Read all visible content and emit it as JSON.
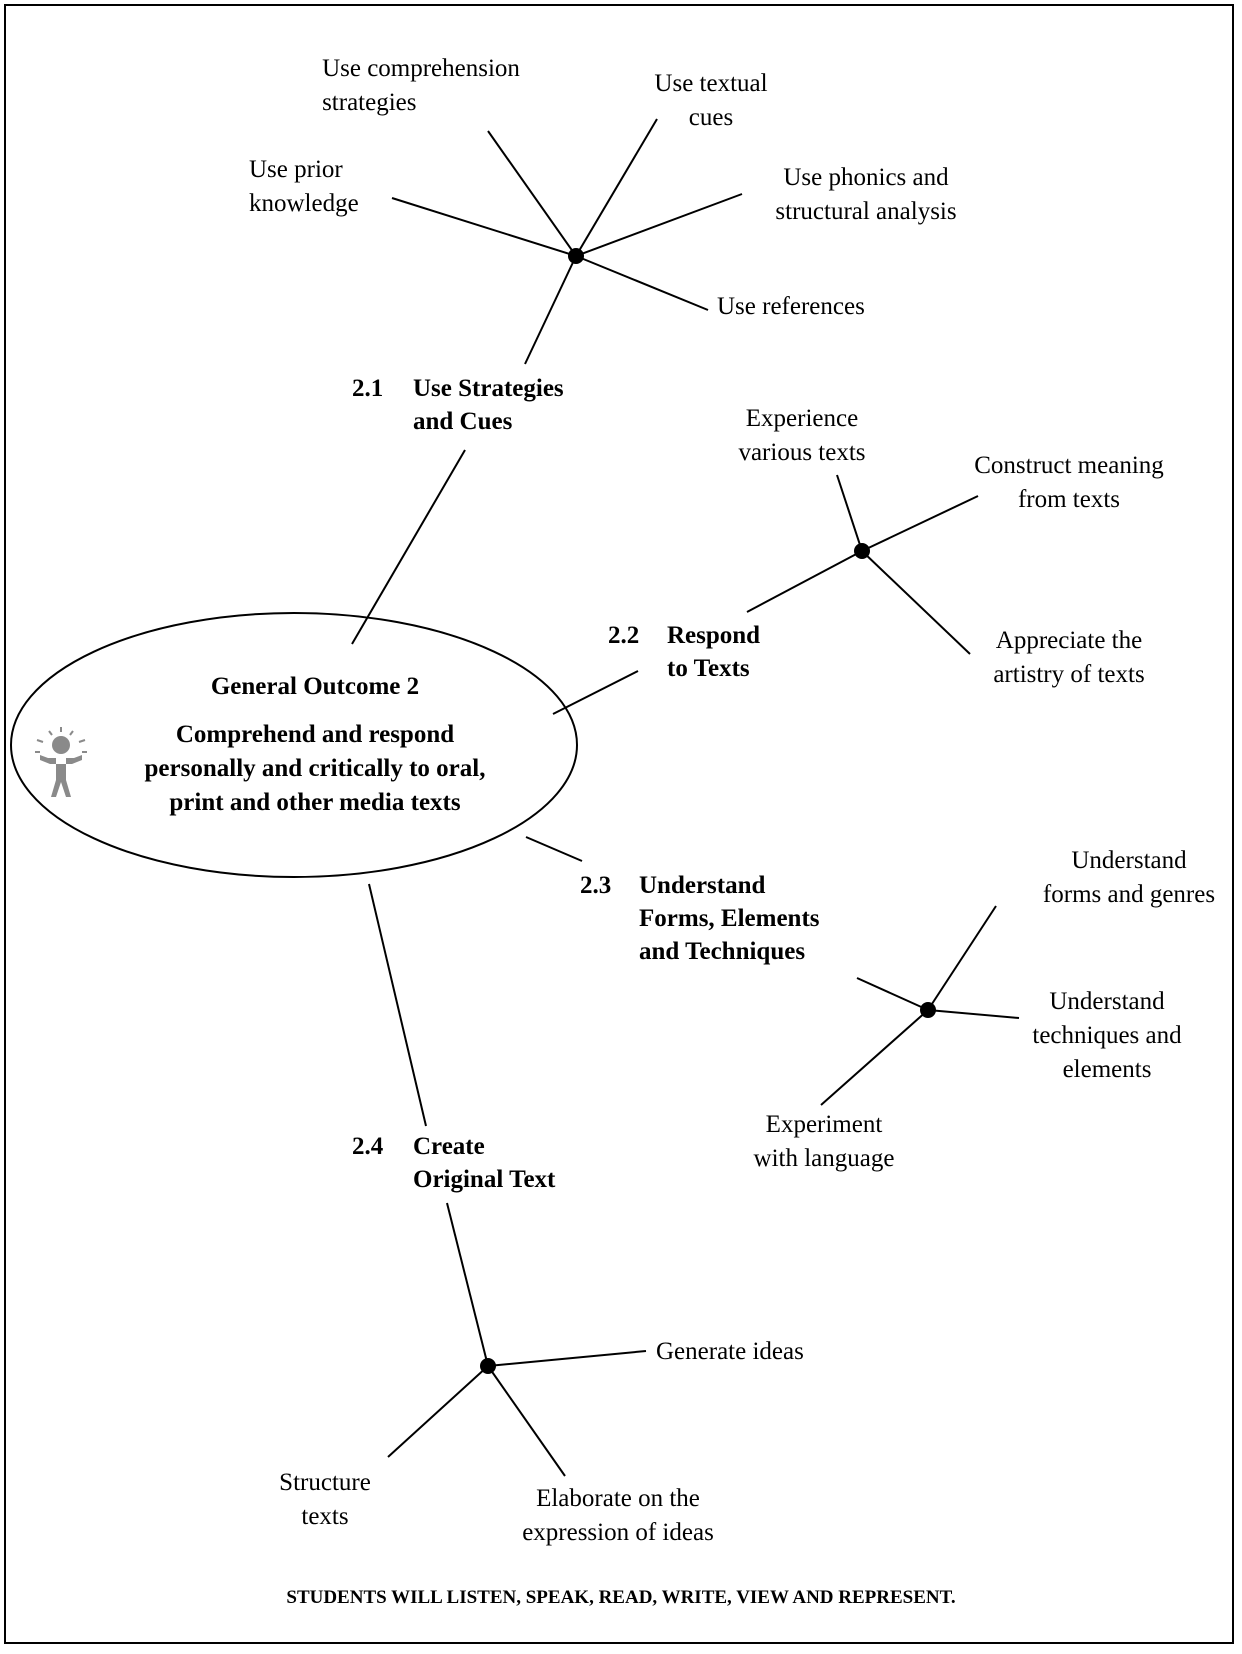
{
  "general_outcome": {
    "title": "General Outcome 2",
    "statement": [
      "Comprehend and respond",
      "personally and critically to oral,",
      "print and other media texts"
    ]
  },
  "strands": {
    "s21": {
      "number": "2.1",
      "lines": [
        "Use Strategies",
        "and Cues"
      ]
    },
    "s22": {
      "number": "2.2",
      "lines": [
        "Respond",
        "to Texts"
      ]
    },
    "s23": {
      "number": "2.3",
      "lines": [
        "Understand",
        "Forms, Elements",
        "and Techniques"
      ]
    },
    "s24": {
      "number": "2.4",
      "lines": [
        "Create",
        "Original Text"
      ]
    }
  },
  "outcomes": {
    "comprehension": [
      "Use comprehension",
      "strategies"
    ],
    "textual_cues": [
      "Use textual",
      "cues"
    ],
    "prior_knowledge": [
      "Use prior",
      "knowledge"
    ],
    "phonics": [
      "Use phonics and",
      "structural analysis"
    ],
    "references": [
      "Use references"
    ],
    "experience": [
      "Experience",
      "various texts"
    ],
    "construct": [
      "Construct meaning",
      "from texts"
    ],
    "appreciate": [
      "Appreciate the",
      "artistry of texts"
    ],
    "forms_genres": [
      "Understand",
      "forms and genres"
    ],
    "techniques": [
      "Understand",
      "techniques and",
      "elements"
    ],
    "experiment": [
      "Experiment",
      "with language"
    ],
    "generate": [
      "Generate ideas"
    ],
    "structure": [
      "Structure",
      "texts"
    ],
    "elaborate": [
      "Elaborate on the",
      "expression of ideas"
    ]
  },
  "footer": "STUDENTS WILL LISTEN, SPEAK, READ, WRITE, VIEW AND REPRESENT.",
  "colors": {
    "line": "#000000",
    "icon": "#8a8a8a"
  },
  "icons": [
    "person-icon"
  ]
}
